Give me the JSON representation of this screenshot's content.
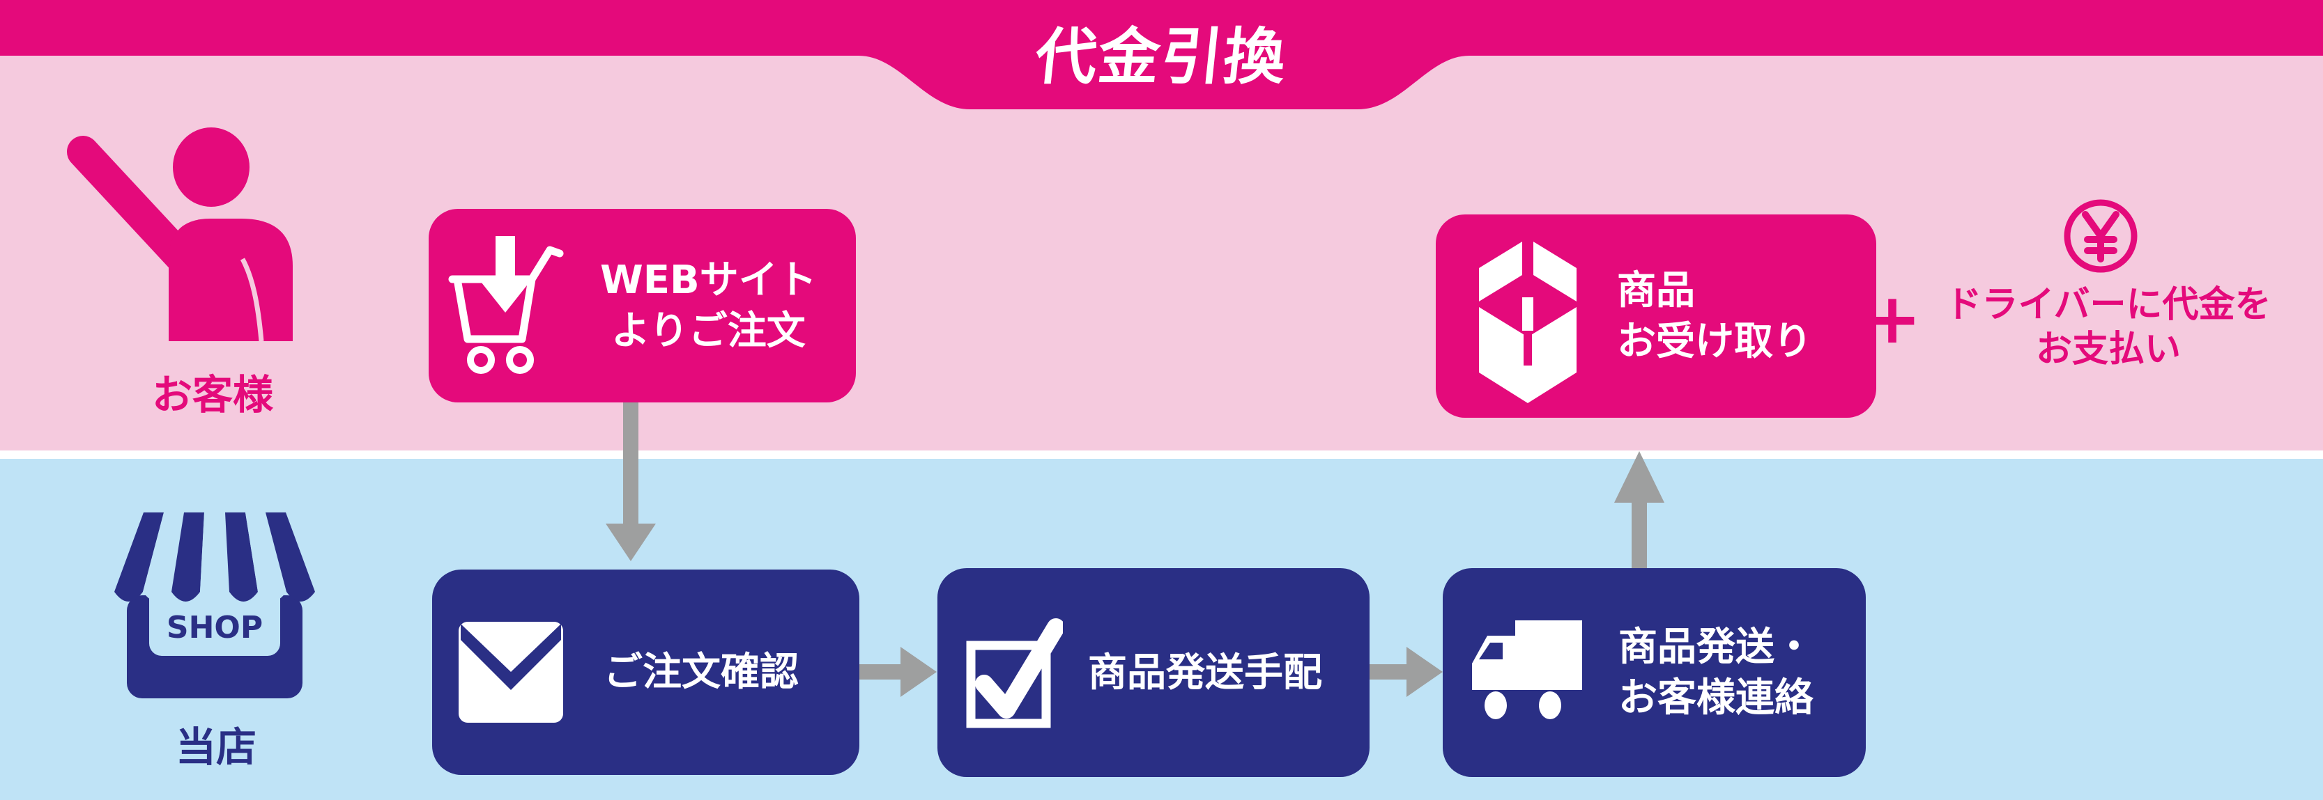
{
  "diagram": {
    "title": "代金引換",
    "lanes": {
      "customer": {
        "label": "お客様"
      },
      "shop": {
        "label": "当店",
        "sign_text": "SHOP"
      }
    },
    "steps": {
      "web_order": {
        "line1": "WEBサイト",
        "line2": "よりご注文"
      },
      "order_confirm": {
        "label": "ご注文確認"
      },
      "shipping_arrange": {
        "label": "商品発送手配"
      },
      "ship_contact": {
        "line1": "商品発送・",
        "line2": "お客様連絡"
      },
      "receive": {
        "line1": "商品",
        "line2": "お受け取り"
      },
      "payment": {
        "plus": "+",
        "line1": "ドライバーに代金を",
        "line2": "お支払い"
      }
    },
    "colors": {
      "magenta": "#e40a7b",
      "light_pink": "#f5cade",
      "light_blue": "#bfe3f6",
      "navy": "#2a2f85",
      "arrow_gray": "#9e9f9f",
      "white": "#ffffff"
    },
    "icons": [
      "customer-person-icon",
      "shop-store-icon",
      "cart-download-icon",
      "envelope-icon",
      "checkbox-icon",
      "truck-icon",
      "package-icon",
      "yen-coin-icon",
      "plus-icon"
    ]
  }
}
